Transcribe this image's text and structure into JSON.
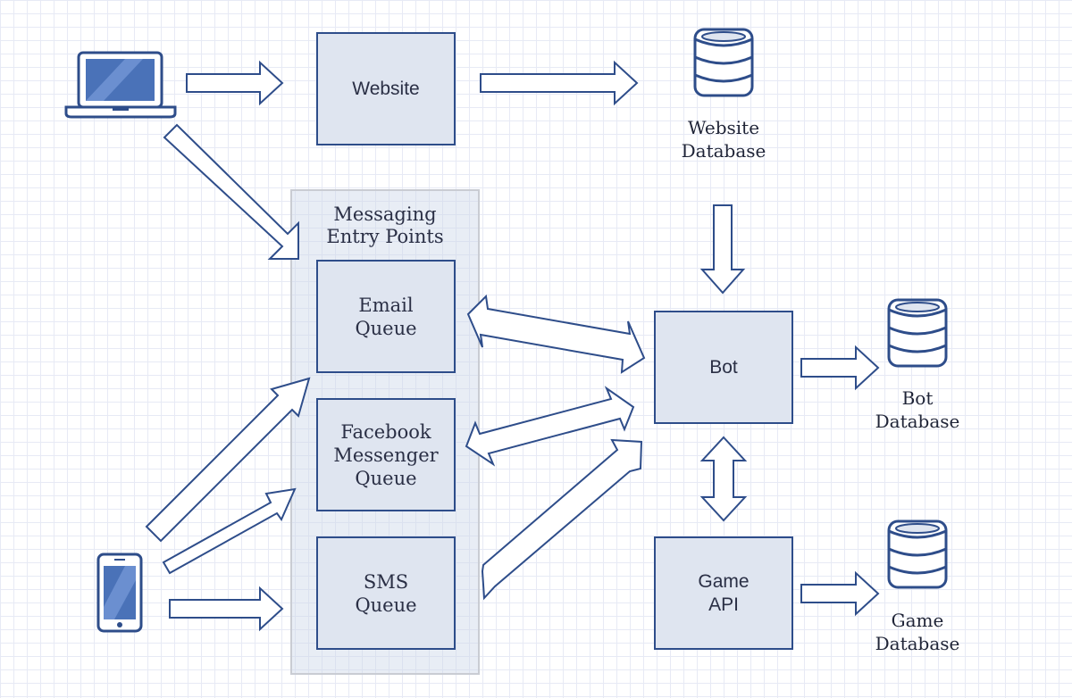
{
  "group": {
    "label": "Messaging\nEntry Points"
  },
  "nodes": {
    "website": "Website",
    "email_queue": "Email\nQueue",
    "facebook_queue": "Facebook\nMessenger\nQueue",
    "sms_queue": "SMS\nQueue",
    "bot": "Bot",
    "game_api": "Game\nAPI"
  },
  "databases": {
    "website_db": "Website\nDatabase",
    "bot_db": "Bot\nDatabase",
    "game_db": "Game\nDatabase"
  },
  "icons": {
    "laptop": "laptop-icon",
    "phone": "smartphone-icon",
    "database": "database-icon"
  },
  "colors": {
    "stroke": "#2e4d8a",
    "box_fill": "#dfe5f0",
    "group_fill": "#cdd6e8",
    "device_screen": "#4a72b8"
  }
}
